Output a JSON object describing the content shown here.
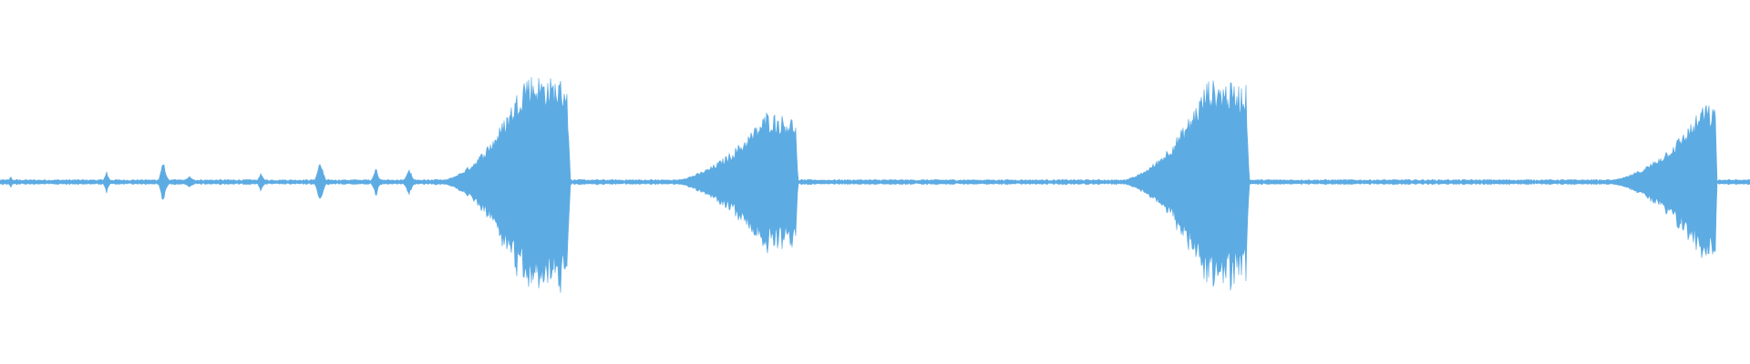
{
  "waveform": {
    "color": "#5DABE3",
    "background": "#FFFFFF",
    "baseline_amplitude": 0.01,
    "events": [
      {
        "start": 0.004,
        "peak": 0.006,
        "end": 0.008,
        "amplitude": 0.03
      },
      {
        "start": 0.058,
        "peak": 0.061,
        "end": 0.064,
        "amplitude": 0.05
      },
      {
        "start": 0.09,
        "peak": 0.093,
        "end": 0.097,
        "amplitude": 0.11
      },
      {
        "start": 0.104,
        "peak": 0.108,
        "end": 0.113,
        "amplitude": 0.03
      },
      {
        "start": 0.146,
        "peak": 0.149,
        "end": 0.153,
        "amplitude": 0.04
      },
      {
        "start": 0.179,
        "peak": 0.183,
        "end": 0.187,
        "amplitude": 0.11
      },
      {
        "start": 0.211,
        "peak": 0.215,
        "end": 0.218,
        "amplitude": 0.07
      },
      {
        "start": 0.229,
        "peak": 0.234,
        "end": 0.238,
        "amplitude": 0.06
      },
      {
        "start": 0.245,
        "peak": 0.3,
        "end": 0.326,
        "amplitude": 0.51,
        "sustain": 0.93
      },
      {
        "start": 0.374,
        "peak": 0.438,
        "end": 0.456,
        "amplitude": 0.33,
        "sustain": 0.9
      },
      {
        "start": 0.633,
        "peak": 0.69,
        "end": 0.714,
        "amplitude": 0.48,
        "sustain": 0.94
      },
      {
        "start": 0.91,
        "peak": 0.974,
        "end": 0.981,
        "amplitude": 0.37,
        "sustain": 0.92
      }
    ]
  }
}
